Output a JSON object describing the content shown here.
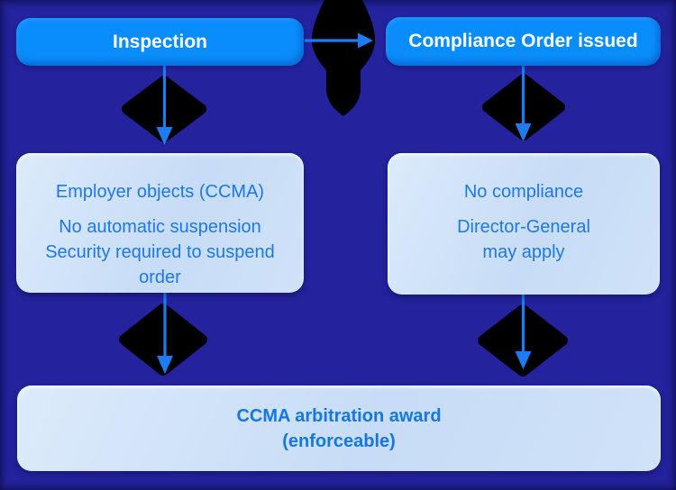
{
  "palette": {
    "background": "#24229C",
    "primary_box_fill": "#0A8DFC",
    "primary_box_text": "#FFFFFF",
    "light_box_fill": "#C9DDF6",
    "light_box_highlight": "#DCEBFB",
    "light_box_text": "#1E78E5",
    "award_text": "#1577E0",
    "arrow": "#1C7CF2",
    "diamond": "#000000"
  },
  "boxes": {
    "inspection": {
      "label": "Inspection"
    },
    "compliance_order": {
      "label": "Compliance Order issued"
    },
    "employer_objection": {
      "line1": "Employer objects (CCMA)",
      "line2": "No automatic suspension",
      "line3": "Security required to suspend",
      "line4": "order"
    },
    "no_compliance": {
      "line1": "No compliance",
      "line2": "Director-General",
      "line3": "may apply"
    },
    "award": {
      "line1": "CCMA arbitration award",
      "line2": "(enforceable)"
    }
  }
}
